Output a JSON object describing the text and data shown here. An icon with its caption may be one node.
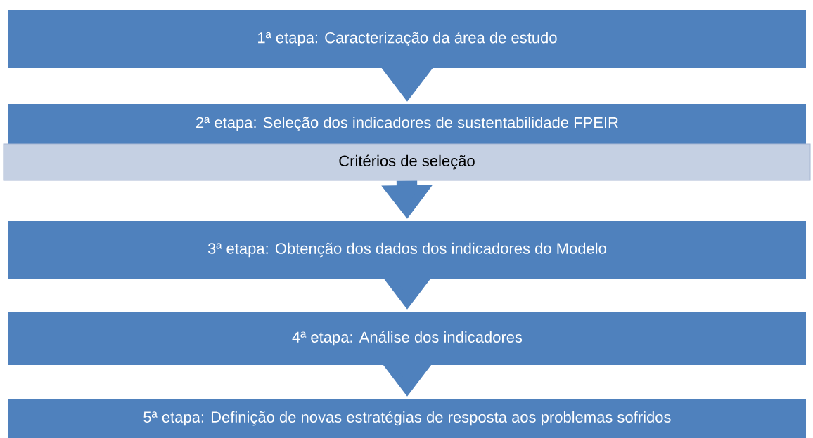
{
  "diagram": {
    "nodes": [
      {
        "text": [
          "1ª etapa: Caracterização da área de estudo"
        ]
      },
      {
        "text": [
          "2ª etapa: Seleção dos indicadores  de sustentabilidade FPEIR"
        ]
      },
      {
        "text": [
          "Critérios de seleção"
        ]
      },
      {
        "text": [
          "3ª etapa: Obtenção dos dados dos indicadores do Modelo"
        ]
      },
      {
        "text": [
          "4ª etapa: Análise dos indicadores"
        ]
      },
      {
        "text": [
          "5ª etapa: Definição de novas estratégias de resposta aos problemas sofridos"
        ]
      }
    ],
    "edges": [
      {
        "from": 0,
        "to": 1,
        "arrow": "to"
      },
      {
        "from": 2,
        "to": 3,
        "arrow": "to"
      },
      {
        "from": 3,
        "to": 4,
        "arrow": "to"
      },
      {
        "from": 4,
        "to": 5,
        "arrow": "to"
      }
    ]
  }
}
